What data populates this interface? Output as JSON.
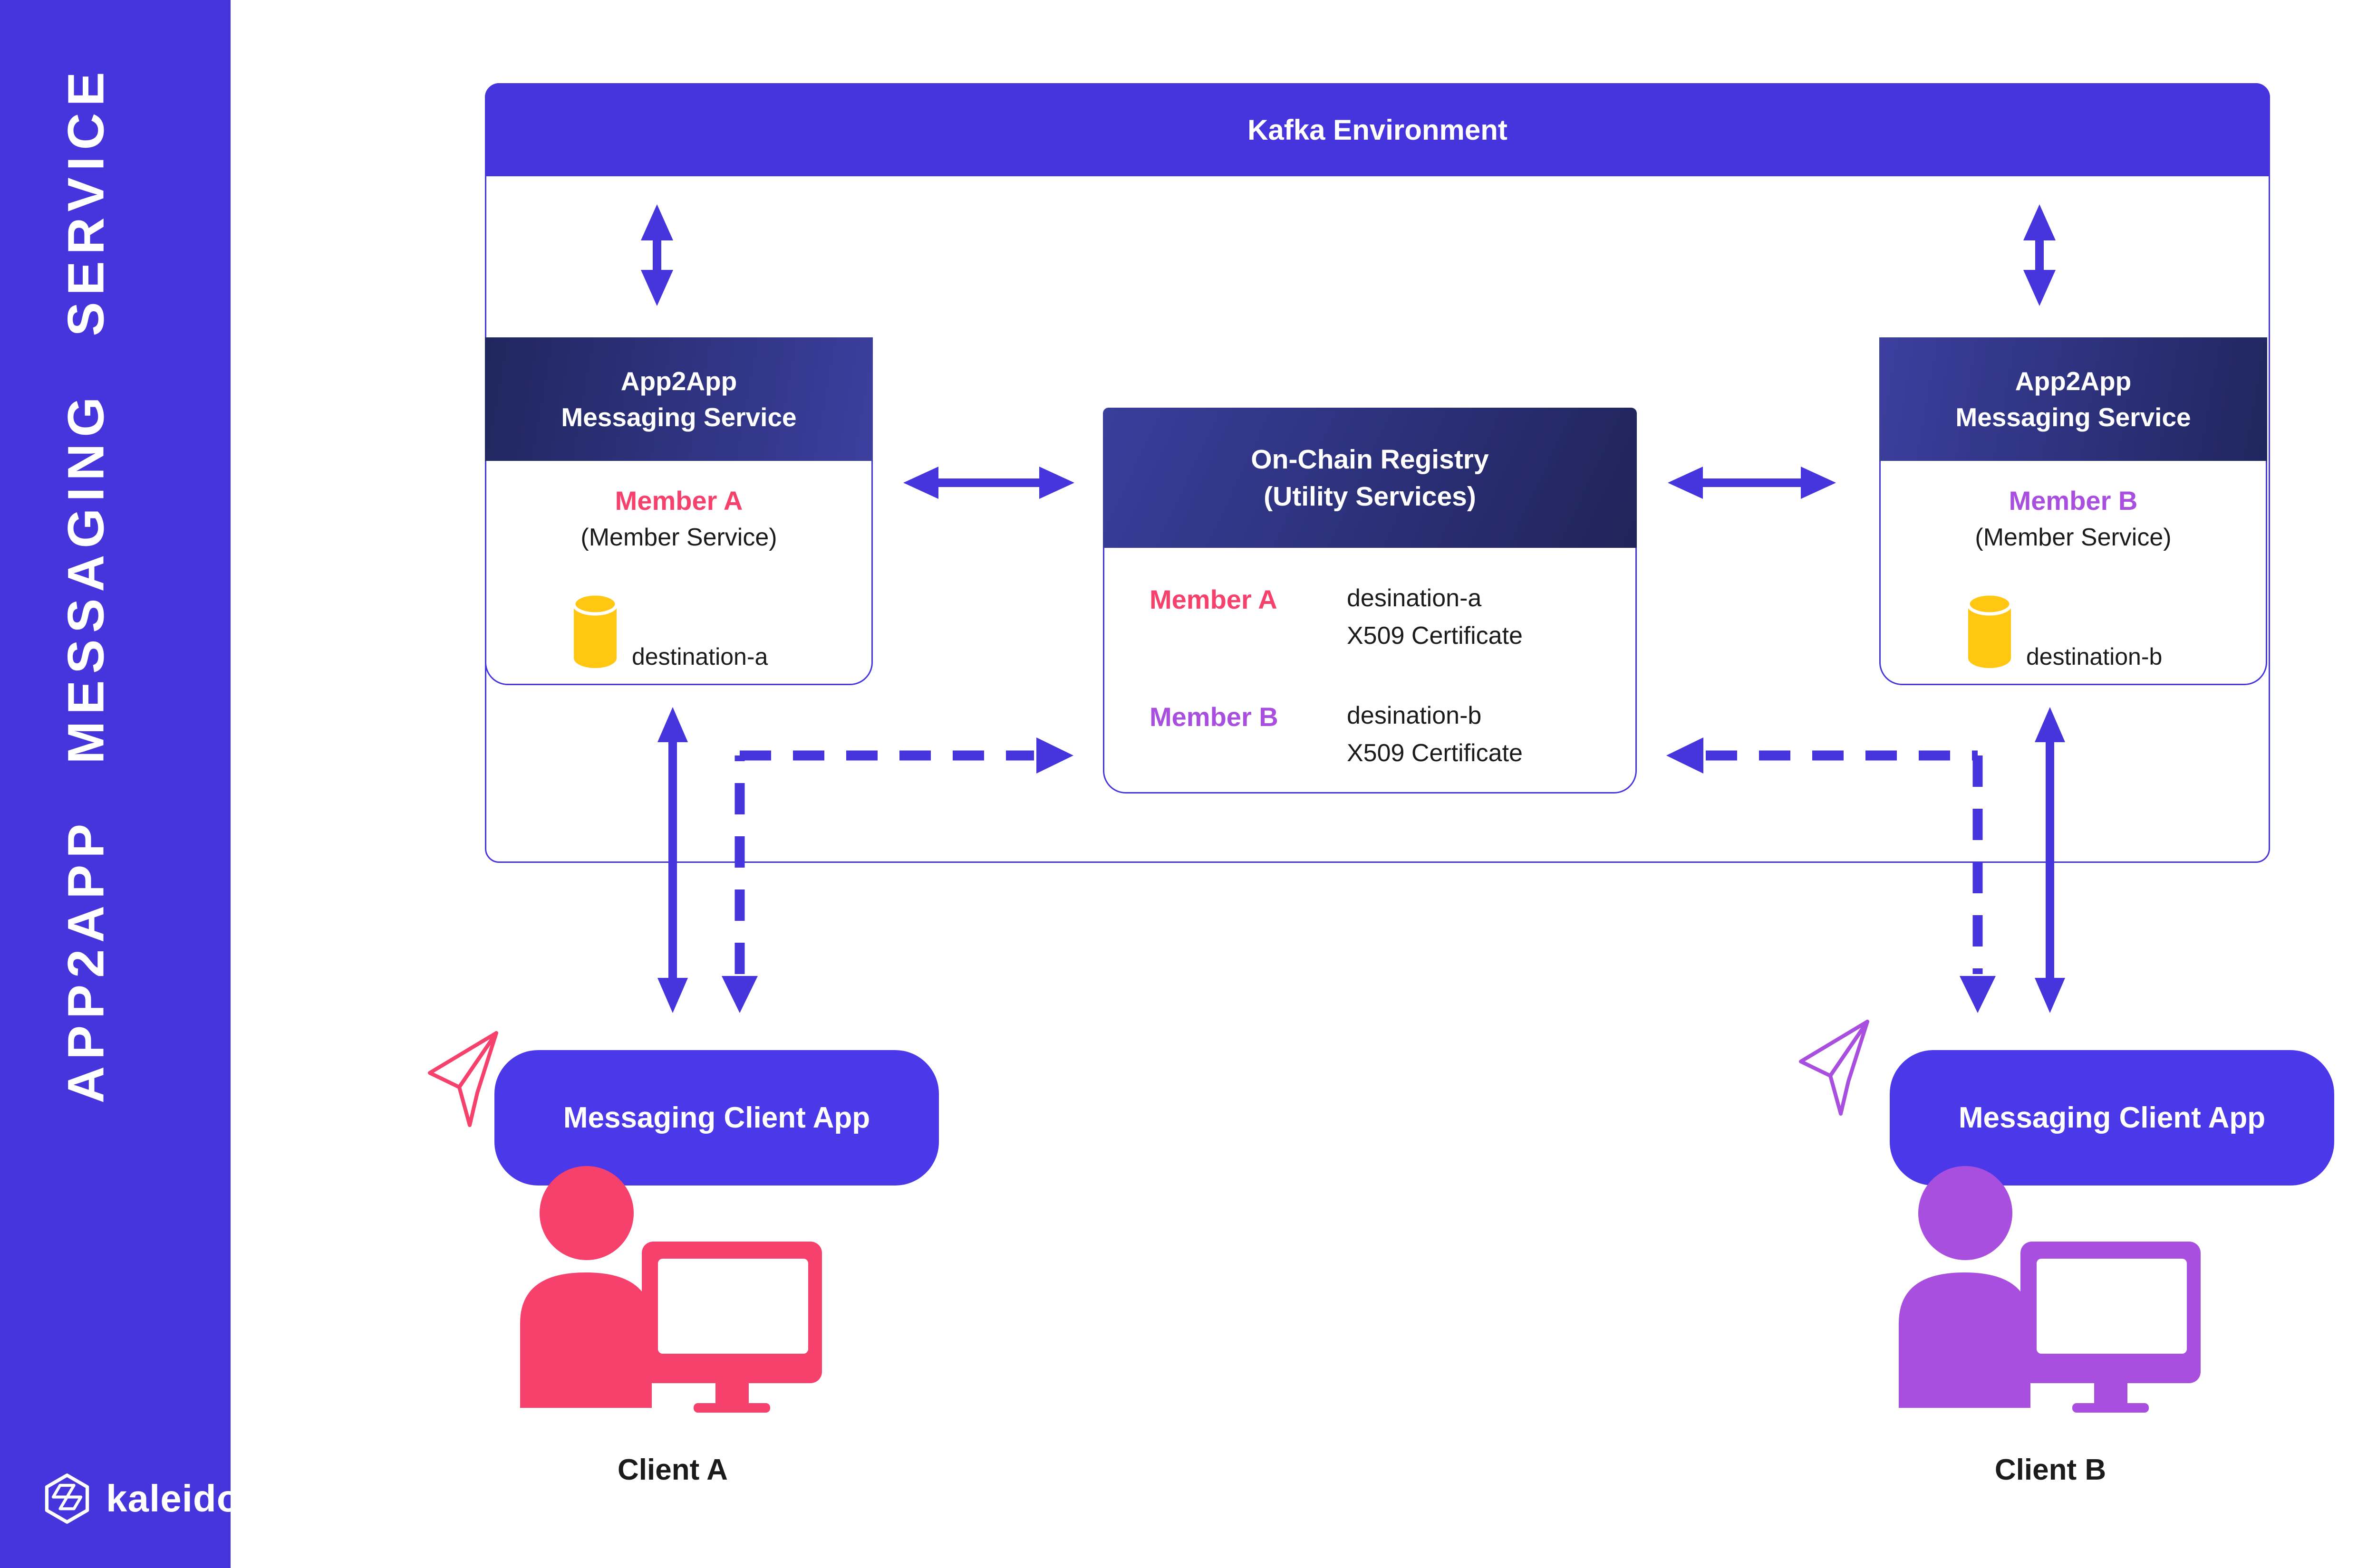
{
  "theme": {
    "accent": "#4634DC",
    "accent-bright": "#4B38E8",
    "pink": "#F6416C",
    "purple": "#A94FE0",
    "yellow": "#FFC712",
    "ink": "#1B1B1B"
  },
  "sidebar": {
    "title": "APP2APP MESSAGING SERVICE",
    "brand": "kaleido"
  },
  "kafka": {
    "title": "Kafka Environment"
  },
  "services": {
    "left": {
      "title_line1": "App2App",
      "title_line2": "Messaging Service",
      "member": "Member A",
      "member_sub": "(Member Service)",
      "destination": "destination-a"
    },
    "right": {
      "title_line1": "App2App",
      "title_line2": "Messaging Service",
      "member": "Member B",
      "member_sub": "(Member Service)",
      "destination": "destination-b"
    }
  },
  "registry": {
    "title_line1": "On-Chain Registry",
    "title_line2": "(Utility Services)",
    "rows": [
      {
        "member": "Member A",
        "destination": "desination-a",
        "cert": "X509 Certificate"
      },
      {
        "member": "Member B",
        "destination": "desination-b",
        "cert": "X509 Certificate"
      }
    ]
  },
  "clients": {
    "left": {
      "app_label": "Messaging Client App",
      "name": "Client A"
    },
    "right": {
      "app_label": "Messaging Client App",
      "name": "Client B"
    }
  }
}
